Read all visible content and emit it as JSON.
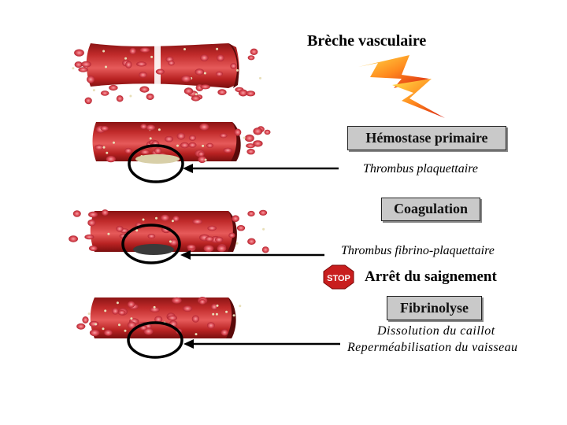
{
  "labels": {
    "breach": "Brèche vasculaire",
    "primary_hemostasis": "Hémostase primaire",
    "platelet_thrombus": "Thrombus plaquettaire",
    "coagulation": "Coagulation",
    "fibrin_platelet_thrombus": "Thrombus fibrino-plaquettaire",
    "stop_sign_text": "STOP",
    "bleeding_stop": "Arrêt du saignement",
    "fibrinolysis": "Fibrinolyse",
    "clot_dissolution": "Dissolution du caillot",
    "vessel_repermeabilisation": "Reperméabilisation du vaisseau"
  },
  "colors": {
    "vessel_wall": "#a31c1c",
    "vessel_dark": "#7a0f0f",
    "vessel_inner": "#d9434a",
    "red_cell": "#e0505a",
    "lightning_top": "#ffd23a",
    "lightning_bottom": "#e0301a",
    "box_fill": "#c9c9c9",
    "stop_red": "#c81e1e"
  }
}
